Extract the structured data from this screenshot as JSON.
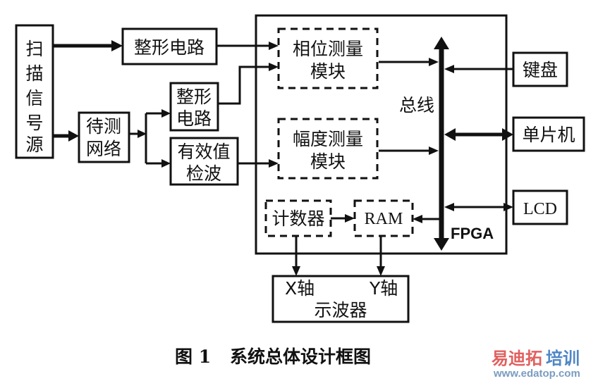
{
  "diagram": {
    "nodes": {
      "scan_source": {
        "label": [
          "扫",
          "描",
          "信",
          "号",
          "源"
        ]
      },
      "shaping_top": {
        "label": "整形电路"
      },
      "network": {
        "label": [
          "待测",
          "网络"
        ]
      },
      "shaping_mid": {
        "label": [
          "整形",
          "电路"
        ]
      },
      "rms_detect": {
        "label": [
          "有效值",
          "检波"
        ]
      },
      "phase_module": {
        "label": [
          "相位测量",
          "模块"
        ]
      },
      "amp_module": {
        "label": [
          "幅度测量",
          "模块"
        ]
      },
      "counter": {
        "label": "计数器"
      },
      "ram": {
        "label": "RAM"
      },
      "bus": {
        "label": "总线"
      },
      "fpga": {
        "label": "FPGA"
      },
      "keyboard": {
        "label": "键盘"
      },
      "mcu": {
        "label": "单片机"
      },
      "lcd": {
        "label": "LCD"
      },
      "scope": {
        "x_axis": "X轴",
        "y_axis": "Y轴",
        "label": "示波器"
      }
    },
    "edges": [
      {
        "from": "scan_source",
        "to": "shaping_top"
      },
      {
        "from": "scan_source",
        "to": "network"
      },
      {
        "from": "shaping_top",
        "to": "phase_module"
      },
      {
        "from": "network",
        "to": "shaping_mid"
      },
      {
        "from": "network",
        "to": "rms_detect"
      },
      {
        "from": "shaping_mid",
        "to": "phase_module"
      },
      {
        "from": "rms_detect",
        "to": "amp_module"
      },
      {
        "from": "phase_module",
        "to": "bus"
      },
      {
        "from": "amp_module",
        "to": "bus"
      },
      {
        "from": "keyboard",
        "to": "bus"
      },
      {
        "from": "mcu",
        "to": "bus",
        "bidirectional": true
      },
      {
        "from": "lcd",
        "to": "bus",
        "bidirectional": true
      },
      {
        "from": "bus",
        "to": "ram"
      },
      {
        "from": "counter",
        "to": "ram"
      },
      {
        "from": "counter",
        "to": "scope.x_axis"
      },
      {
        "from": "ram",
        "to": "scope.y_axis"
      }
    ]
  },
  "caption": {
    "figure_no": "图 1",
    "title": "系统总体设计框图"
  },
  "watermark": {
    "brand_parts": [
      "易迪拓",
      "培训"
    ],
    "url": "www.edatop.com",
    "colors": {
      "brand_red": "#e0605e",
      "brand_blue": "#4f86c6",
      "url": "#7a9cc0"
    }
  }
}
